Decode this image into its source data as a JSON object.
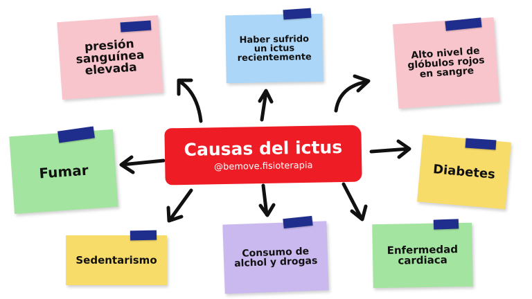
{
  "center": {
    "title": "Causas del ictus",
    "handle": "@bemove.fisioterapia",
    "color": "#ee1c25"
  },
  "tape_color": "#1f2e8c",
  "arrow_color": "#111111",
  "notes": {
    "presion": {
      "text": "presión sanguínea elevada",
      "color": "#f9c5cc"
    },
    "ictus_reciente": {
      "text": "Haber sufrido un ictus recientemente",
      "color": "#abd6f7"
    },
    "globulos": {
      "text": "Alto nivel de glóbulos rojos en sangre",
      "color": "#f9c5cc"
    },
    "fumar": {
      "text": "Fumar",
      "color": "#a3e4a0"
    },
    "diabetes": {
      "text": "Diabetes",
      "color": "#f8dc6a"
    },
    "sedentarismo": {
      "text": "Sedentarismo",
      "color": "#f8dc6a"
    },
    "consumo": {
      "text": "Consumo de alchol y drogas",
      "color": "#c9b9ef"
    },
    "enfermedad": {
      "text": "Enfermedad cardiaca",
      "color": "#a3e4a0"
    }
  }
}
